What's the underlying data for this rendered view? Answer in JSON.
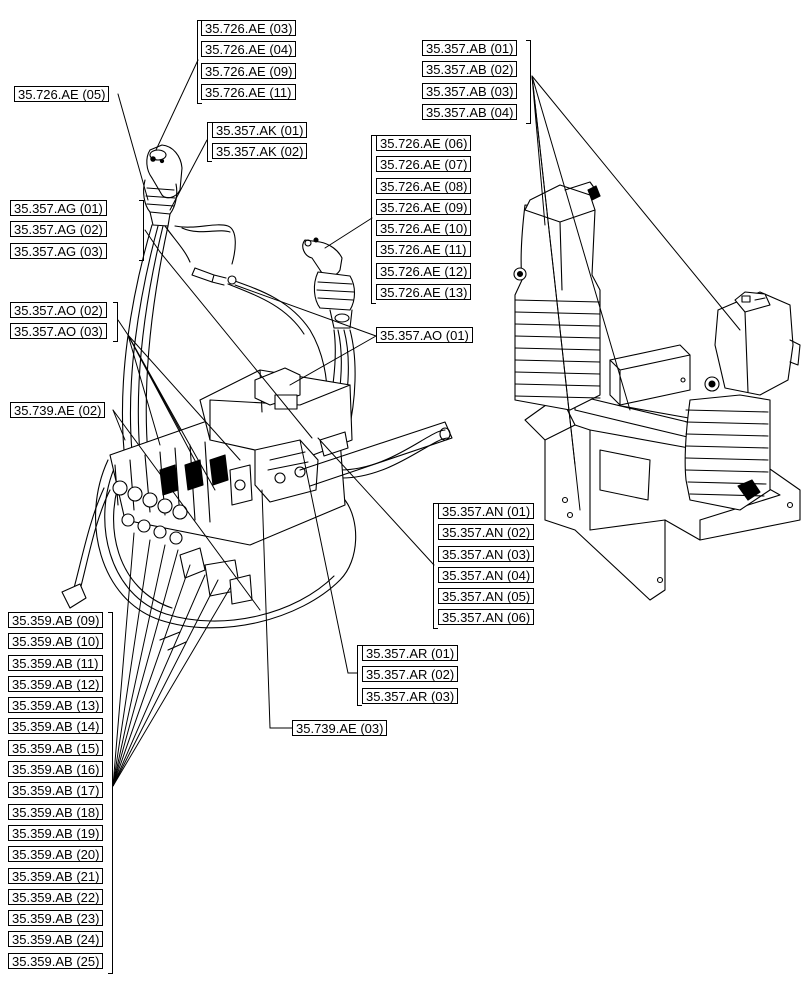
{
  "diagram": {
    "groups": [
      {
        "id": "g-726-03",
        "labels": [
          "35.726.AE (03)",
          "35.726.AE (04)",
          "35.726.AE (09)",
          "35.726.AE (11)"
        ]
      },
      {
        "id": "g-726-05",
        "labels": [
          "35.726.AE (05)"
        ]
      },
      {
        "id": "g-357-ak",
        "labels": [
          "35.357.AK (01)",
          "35.357.AK (02)"
        ]
      },
      {
        "id": "g-357-ab",
        "labels": [
          "35.357.AB (01)",
          "35.357.AB (02)",
          "35.357.AB (03)",
          "35.357.AB (04)"
        ]
      },
      {
        "id": "g-726-06",
        "labels": [
          "35.726.AE (06)",
          "35.726.AE (07)",
          "35.726.AE (08)",
          "35.726.AE (09)",
          "35.726.AE (10)",
          "35.726.AE (11)",
          "35.726.AE (12)",
          "35.726.AE (13)"
        ]
      },
      {
        "id": "g-357-ag",
        "labels": [
          "35.357.AG (01)",
          "35.357.AG (02)",
          "35.357.AG (03)"
        ]
      },
      {
        "id": "g-357-ao2",
        "labels": [
          "35.357.AO (02)",
          "35.357.AO (03)"
        ]
      },
      {
        "id": "g-357-ao1",
        "labels": [
          "35.357.AO (01)"
        ]
      },
      {
        "id": "g-739-02",
        "labels": [
          "35.739.AE (02)"
        ]
      },
      {
        "id": "g-357-an",
        "labels": [
          "35.357.AN (01)",
          "35.357.AN (02)",
          "35.357.AN (03)",
          "35.357.AN (04)",
          "35.357.AN (05)",
          "35.357.AN (06)"
        ]
      },
      {
        "id": "g-359-ab",
        "labels": [
          "35.359.AB (09)",
          "35.359.AB (10)",
          "35.359.AB (11)",
          "35.359.AB (12)",
          "35.359.AB (13)",
          "35.359.AB (14)",
          "35.359.AB (15)",
          "35.359.AB (16)",
          "35.359.AB (17)",
          "35.359.AB (18)",
          "35.359.AB (19)",
          "35.359.AB (20)",
          "35.359.AB (21)",
          "35.359.AB (22)",
          "35.359.AB (23)",
          "35.359.AB (24)",
          "35.359.AB (25)"
        ]
      },
      {
        "id": "g-357-ar",
        "labels": [
          "35.357.AR (01)",
          "35.357.AR (02)",
          "35.357.AR (03)"
        ]
      },
      {
        "id": "g-739-03",
        "labels": [
          "35.739.AE (03)"
        ]
      }
    ],
    "colors": {
      "line": "#000000",
      "background": "#ffffff"
    }
  }
}
